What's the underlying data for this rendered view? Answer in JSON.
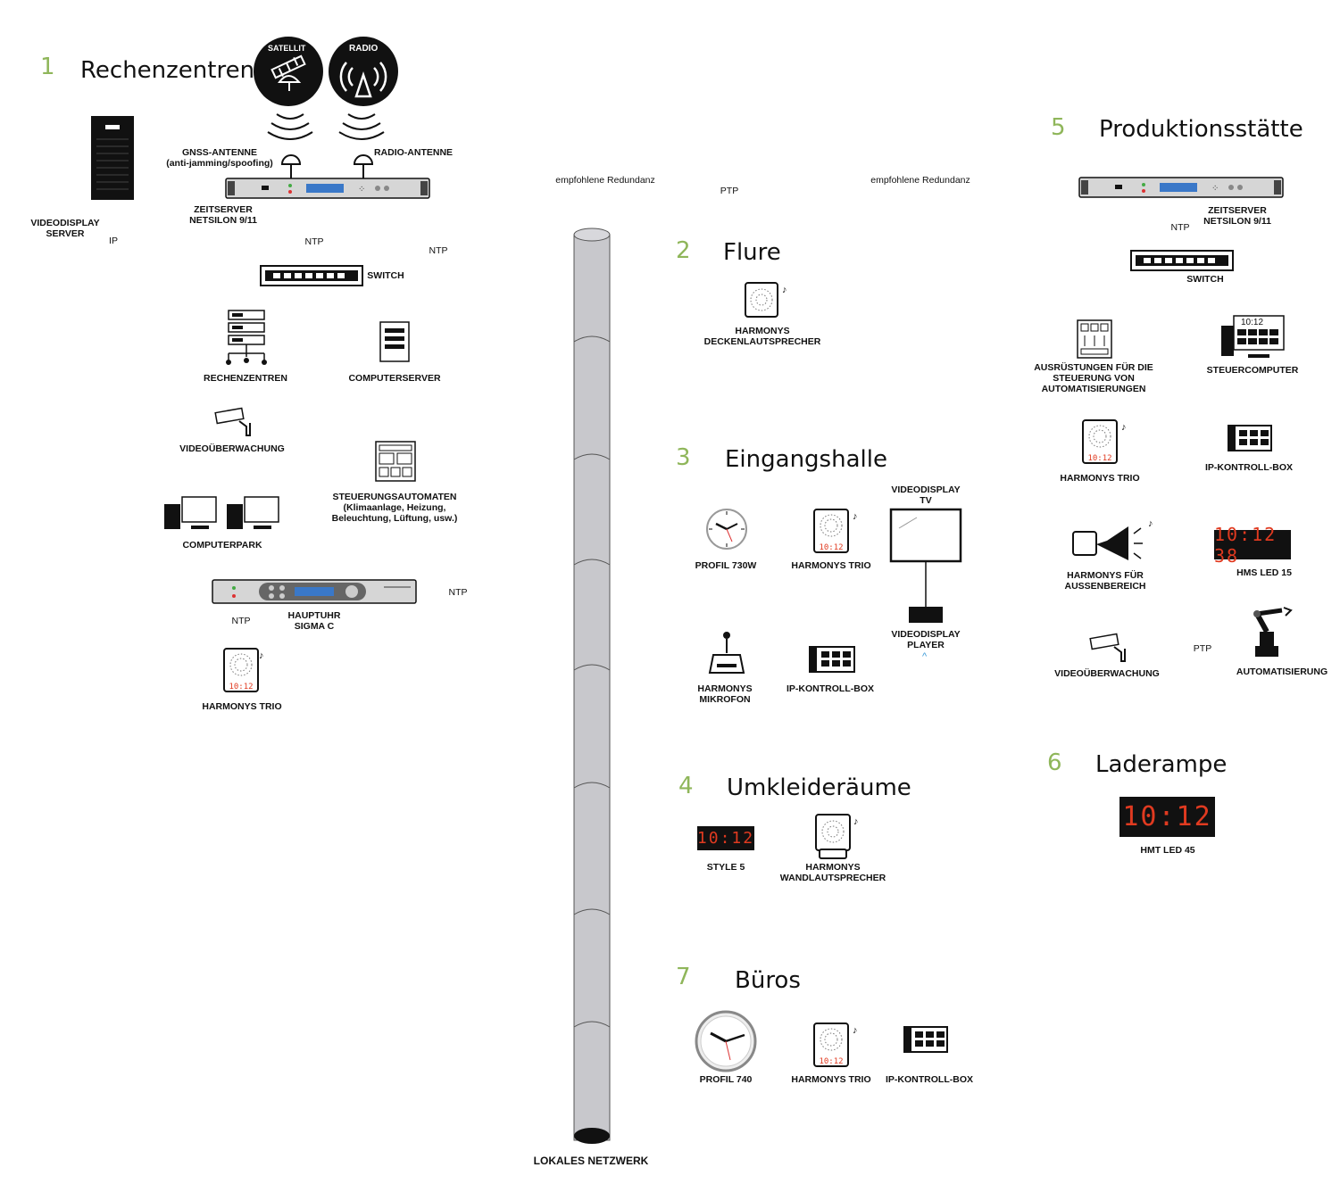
{
  "sections": {
    "s1": {
      "num": "1",
      "title": "Rechenzentren"
    },
    "s2": {
      "num": "2",
      "title": "Flure"
    },
    "s3": {
      "num": "3",
      "title": "Eingangshalle"
    },
    "s4": {
      "num": "4",
      "title": "Umkleideräume"
    },
    "s5": {
      "num": "5",
      "title": "Produktionsstätte"
    },
    "s6": {
      "num": "6",
      "title": "Laderampe"
    },
    "s7": {
      "num": "7",
      "title": "Büros"
    }
  },
  "badges": {
    "satellite": "SATELLIT",
    "radio": "RADIO"
  },
  "labels": {
    "gnss": "GNSS-ANTENNE\n(anti-jamming/spoofing)",
    "radio_antenna": "RADIO-ANTENNE",
    "zeitserver_1": "ZEITSERVER\nNETSILON 9/11",
    "videodisplay_server": "VIDEODISPLAY\nSERVER",
    "switch_1": "SWITCH",
    "rechenzentren": "RECHENZENTREN",
    "computerserver": "COMPUTERSERVER",
    "videoueberwachung_1": "VIDEOÜBERWACHUNG",
    "steuerungsautomaten": "STEUERUNGSAUTOMATEN\n(Klimaanlage, Heizung,\nBeleuchtung, Lüftung, usw.)",
    "computerpark": "COMPUTERPARK",
    "hauptuhr": "HAUPTUHR\nSIGMA C",
    "harmonys_trio_1": "HARMONYS TRIO",
    "harmonys_decken": "HARMONYS\nDECKENLAUTSPRECHER",
    "profil_730w": "PROFIL 730W",
    "harmonys_trio_3": "HARMONYS TRIO",
    "videodisplay_tv": "VIDEODISPLAY\nTV",
    "videodisplay_player": "VIDEODISPLAY\nPLAYER",
    "harmonys_mikrofon": "HARMONYS\nMIKROFON",
    "ip_box_3": "IP-KONTROLL-BOX",
    "style5": "STYLE 5",
    "harmonys_wand": "HARMONYS\nWANDLAUTSPRECHER",
    "profil_740": "PROFIL 740",
    "harmonys_trio_7": "HARMONYS TRIO",
    "ip_box_7": "IP-KONTROLL-BOX",
    "zeitserver_5": "ZEITSERVER\nNETSILON 9/11",
    "switch_5": "SWITCH",
    "ausruestungen": "AUSRÜSTUNGEN FÜR DIE\nSTEUERUNG VON\nAUTOMATISIERUNGEN",
    "steuercomputer": "STEUERCOMPUTER",
    "harmonys_trio_5": "HARMONYS TRIO",
    "ip_box_5": "IP-KONTROLL-BOX",
    "harmonys_aussen": "HARMONYS FÜR\nAUSSENBEREICH",
    "hms_led": "HMS LED 15",
    "videoueberwachung_5": "VIDEOÜBERWACHUNG",
    "automatisierung": "AUTOMATISIERUNG",
    "hmt_led": "HMT LED 45",
    "lokales_netzwerk": "LOKALES NETZWERK"
  },
  "links": {
    "ip": "IP",
    "ntp_a": "NTP",
    "ntp_b": "NTP",
    "ntp_c": "NTP",
    "ntp_d": "NTP",
    "ntp_e": "NTP",
    "ptp_top": "PTP",
    "ptp_prod": "PTP",
    "redundanz_left": "empfohlene Redundanz",
    "redundanz_right": "empfohlene Redundanz"
  },
  "displays": {
    "trio": "10:12",
    "steuercomputer_time": "10:12",
    "style5": "10:12",
    "hms_led": "10:12 38",
    "hmt_led": "10:12"
  },
  "colors": {
    "accent": "#8fb65a",
    "led": "#e03a20",
    "pipe": "#c8c8cc",
    "screen_blue": "#3a78c8"
  }
}
